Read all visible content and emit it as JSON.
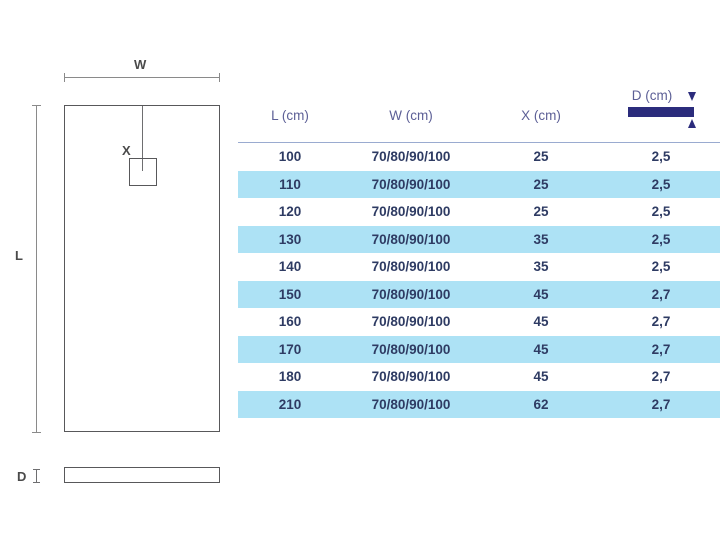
{
  "drawing": {
    "width_label": "W",
    "length_label": "L",
    "drain_label": "X",
    "depth_label": "D",
    "outline_color": "#58585a",
    "dimension_line_color": "#8a8a8a",
    "label_color": "#4a4a4a"
  },
  "table": {
    "accent_color": "#2b2c7c",
    "stripe_color": "#ade2f5",
    "header_text_color": "#5c5f96",
    "body_text_color": "#2e3b63",
    "header_rule_color": "#9aabd0",
    "headers": {
      "length": "L (cm)",
      "width": "W (cm)",
      "drain": "X (cm)",
      "depth": "D (cm)"
    },
    "rows": [
      {
        "l": "100",
        "w": "70/80/90/100",
        "x": "25",
        "d": "2,5"
      },
      {
        "l": "110",
        "w": "70/80/90/100",
        "x": "25",
        "d": "2,5"
      },
      {
        "l": "120",
        "w": "70/80/90/100",
        "x": "25",
        "d": "2,5"
      },
      {
        "l": "130",
        "w": "70/80/90/100",
        "x": "35",
        "d": "2,5"
      },
      {
        "l": "140",
        "w": "70/80/90/100",
        "x": "35",
        "d": "2,5"
      },
      {
        "l": "150",
        "w": "70/80/90/100",
        "x": "45",
        "d": "2,7"
      },
      {
        "l": "160",
        "w": "70/80/90/100",
        "x": "45",
        "d": "2,7"
      },
      {
        "l": "170",
        "w": "70/80/90/100",
        "x": "45",
        "d": "2,7"
      },
      {
        "l": "180",
        "w": "70/80/90/100",
        "x": "45",
        "d": "2,7"
      },
      {
        "l": "210",
        "w": "70/80/90/100",
        "x": "62",
        "d": "2,7"
      }
    ]
  }
}
